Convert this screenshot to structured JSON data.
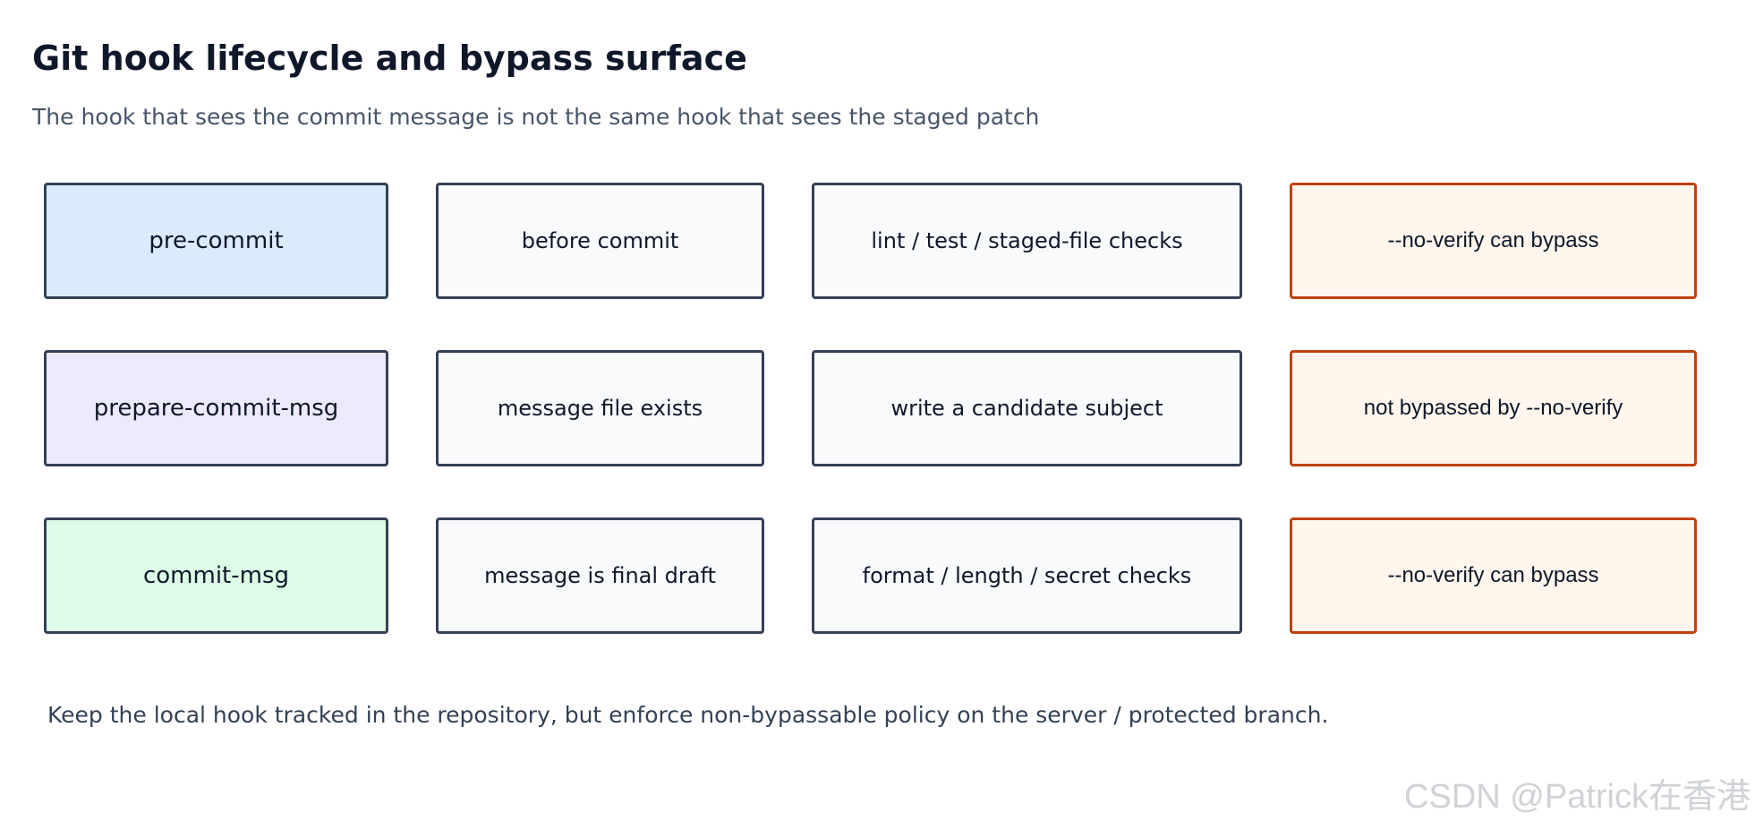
{
  "title": "Git hook lifecycle and bypass surface",
  "subtitle": "The hook that sees the commit message is not the same hook that sees the staged patch",
  "colors": {
    "box_border": "#334155",
    "box_fill": "#f8fafc",
    "bypass_border": "#c2410c",
    "bypass_fill": "#fff7ed"
  },
  "rows": [
    {
      "hook": "pre-commit",
      "hook_color": "#dbeafe",
      "timing": "before commit",
      "purpose": "lint / test / staged-file checks",
      "bypass": "--no-verify can bypass"
    },
    {
      "hook": "prepare-commit-msg",
      "hook_color": "#ede9fe",
      "timing": "message file exists",
      "purpose": "write a candidate subject",
      "bypass": "not bypassed by --no-verify"
    },
    {
      "hook": "commit-msg",
      "hook_color": "#dcfce7",
      "timing": "message is final draft",
      "purpose": "format / length / secret checks",
      "bypass": "--no-verify can bypass"
    }
  ],
  "footnote": "Keep the local hook tracked in the repository, but enforce non-bypassable policy on the server / protected branch.",
  "watermark": "CSDN @Patrick在香港"
}
